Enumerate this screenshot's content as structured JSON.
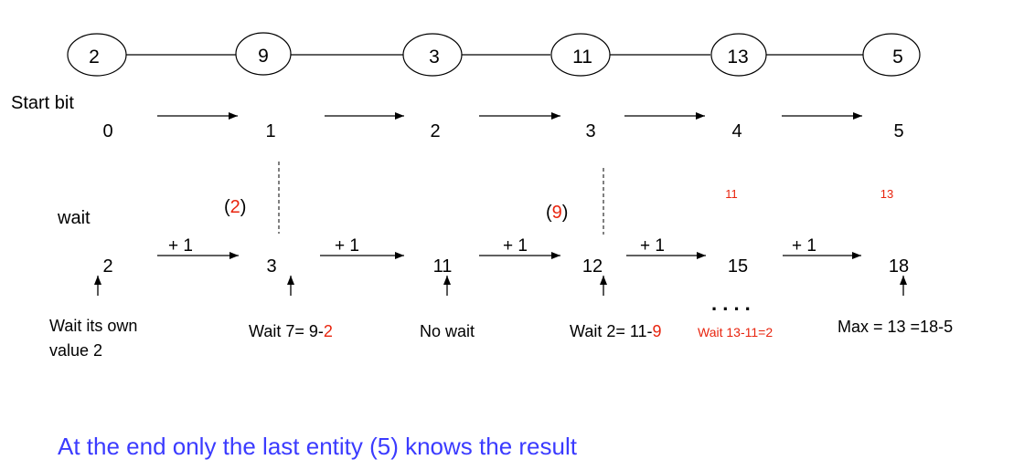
{
  "nodes": [
    "2",
    "9",
    "3",
    "11",
    "13",
    "5"
  ],
  "start_bit": {
    "label": "Start bit",
    "values": [
      "0",
      "1",
      "2",
      "3",
      "4",
      "5"
    ]
  },
  "wait": {
    "label": "wait",
    "values": [
      "2",
      "3",
      "11",
      "12",
      "15",
      "18"
    ],
    "increments": [
      "+ 1",
      "+ 1",
      "+ 1",
      "+ 1",
      "+ 1"
    ],
    "annotations": [
      {
        "open": "(",
        "value": "2",
        "close": ")"
      },
      {
        "open": "(",
        "value": "9",
        "close": ")"
      }
    ],
    "small_values": [
      "11",
      "13"
    ],
    "dots": ". . . ."
  },
  "notes": {
    "n1_line1": "Wait its own",
    "n1_line2": "value 2",
    "n2_prefix": "Wait 7= 9-",
    "n2_red": "2",
    "n3": "No wait",
    "n4_prefix": "Wait 2= 11-",
    "n4_red": "9",
    "n5": "Wait 13-11=2",
    "n6": "Max = 13 =18-5"
  },
  "footer": "At the end only the last entity (5) knows the result",
  "colors": {
    "black": "#000000",
    "red": "#e8240e",
    "blue": "#3b3bff"
  }
}
